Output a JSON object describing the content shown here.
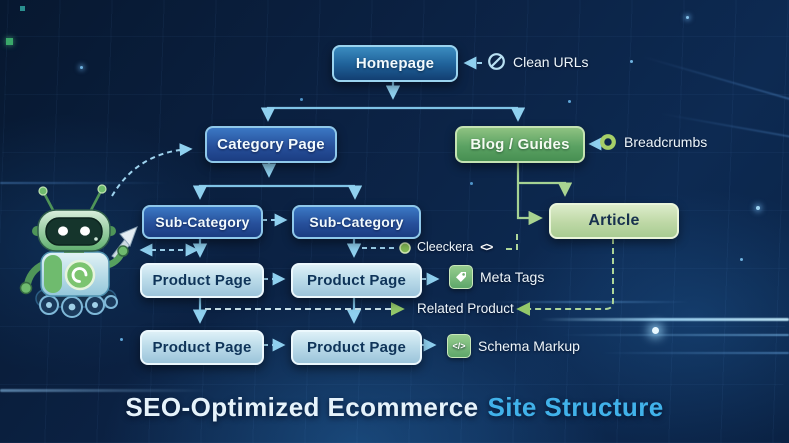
{
  "title": {
    "part1": "SEO-Optimized Ecommerce",
    "part2": "Site Structure"
  },
  "nodes": {
    "homepage": {
      "label": "Homepage"
    },
    "category_page": {
      "label": "Category Page"
    },
    "blog_guides": {
      "label": "Blog / Guides"
    },
    "sub_category_left": {
      "label": "Sub-Category"
    },
    "sub_category_right": {
      "label": "Sub-Category"
    },
    "article": {
      "label": "Article"
    },
    "product_page_row1_left": {
      "label": "Product Page"
    },
    "product_page_row1_right": {
      "label": "Product Page"
    },
    "product_page_row2_left": {
      "label": "Product Page"
    },
    "product_page_row2_right": {
      "label": "Product Page"
    }
  },
  "annotations": {
    "clean_urls": {
      "label": "Clean URLs",
      "icon": "slashed-circle-icon"
    },
    "breadcrumbs": {
      "label": "Breadcrumbs",
      "icon": "ring-icon"
    },
    "cleeckera": {
      "label": "Cleeckera",
      "link_glyph": "<>"
    },
    "meta_tags": {
      "label": "Meta Tags",
      "icon": "tag-icon"
    },
    "related_product": {
      "label": "Related Product"
    },
    "schema_markup": {
      "label": "Schema Markup",
      "icon": "code-icon",
      "icon_glyph": "</>"
    }
  },
  "colors": {
    "background": "#0b2142",
    "line_blue": "#7fc3e6",
    "line_blue_dashed": "#9ed3ee",
    "line_green": "#a5d293",
    "arrow_green": "#93c86a",
    "box_blue": "#27509b",
    "box_home_blue": "#20639b",
    "box_green": "#5ba263",
    "box_light_blue": "#bcdcea",
    "box_light_green": "#bed8a6",
    "title_main": "#e6f3fb",
    "title_accent": "#41b2ea"
  }
}
